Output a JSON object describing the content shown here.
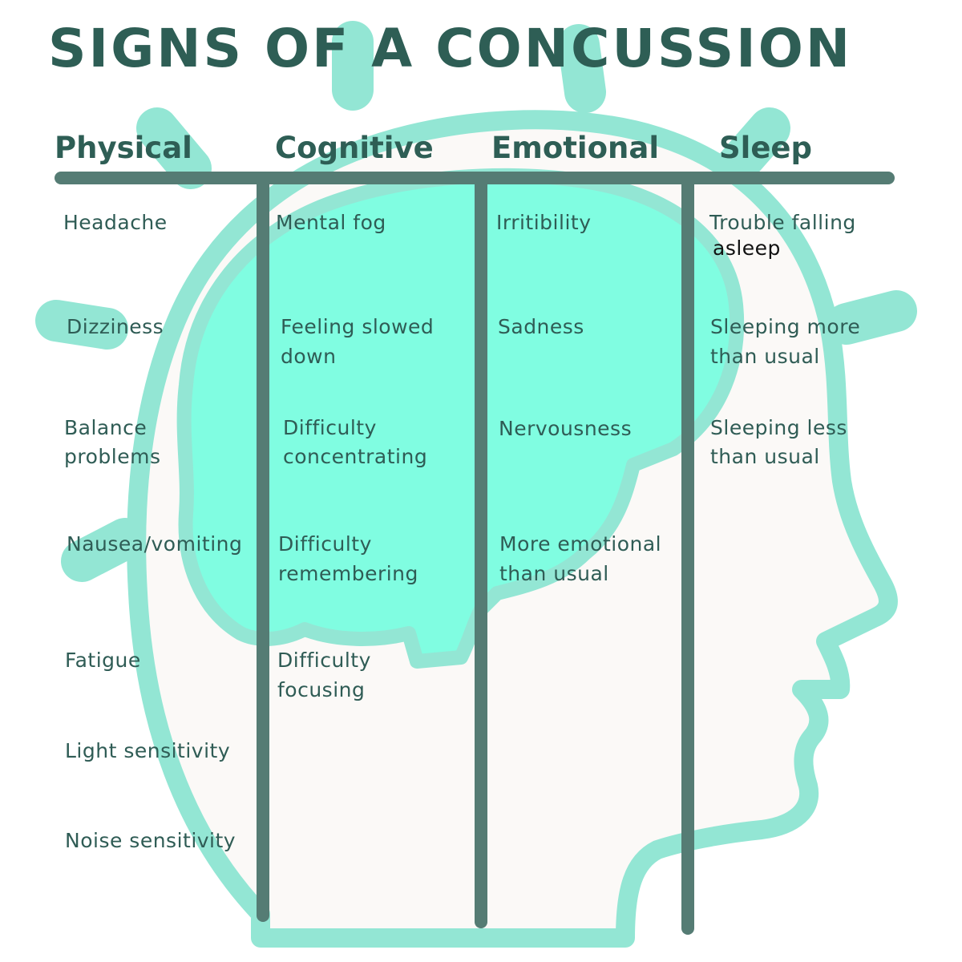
{
  "title": "SIGNS OF A CONCUSSION",
  "colors": {
    "title": "#2e5e55",
    "divider": "#557c74",
    "head_outline": "#93e6d4",
    "brain_fill": "#80fde1",
    "face_fill": "#fbf9f7"
  },
  "icons": {
    "head": "human-head-profile",
    "brain": "brain-silhouette"
  },
  "columns": [
    {
      "heading": "Physical",
      "items": [
        "Headache",
        "Dizziness",
        "Balance\nproblems",
        "Nausea/vomiting",
        "Fatigue",
        "Light sensitivity",
        "Noise sensitivity"
      ]
    },
    {
      "heading": "Cognitive",
      "items": [
        "Mental fog",
        "Feeling slowed\ndown",
        "Difficulty\nconcentrating",
        "Difficulty\nremembering",
        "Difficulty\nfocusing"
      ]
    },
    {
      "heading": "Emotional",
      "items": [
        "Irritibility",
        "Sadness",
        "Nervousness",
        "More emotional\nthan usual"
      ]
    },
    {
      "heading": "Sleep",
      "items": [
        "Trouble falling",
        "asleep",
        "Sleeping more\nthan usual",
        "Sleeping less\nthan usual"
      ]
    }
  ]
}
